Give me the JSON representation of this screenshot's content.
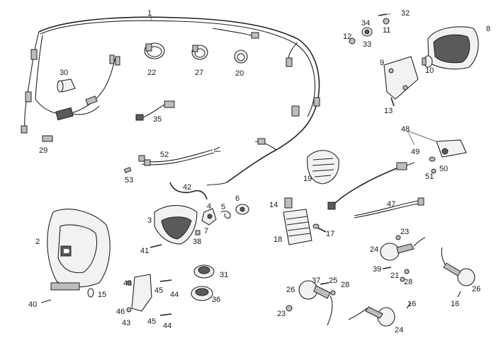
{
  "diagram": {
    "labels": [
      {
        "id": "1",
        "text": "1"
      },
      {
        "id": "2",
        "text": "2"
      },
      {
        "id": "3",
        "text": "3"
      },
      {
        "id": "4",
        "text": "4"
      },
      {
        "id": "5",
        "text": "5"
      },
      {
        "id": "6",
        "text": "6"
      },
      {
        "id": "7",
        "text": "7"
      },
      {
        "id": "8",
        "text": "8"
      },
      {
        "id": "9",
        "text": "9"
      },
      {
        "id": "10",
        "text": "10"
      },
      {
        "id": "11",
        "text": "11"
      },
      {
        "id": "12",
        "text": "12"
      },
      {
        "id": "13",
        "text": "13"
      },
      {
        "id": "14",
        "text": "14"
      },
      {
        "id": "15",
        "text": "15"
      },
      {
        "id": "16a",
        "text": "16"
      },
      {
        "id": "16b",
        "text": "16"
      },
      {
        "id": "17",
        "text": "17"
      },
      {
        "id": "18",
        "text": "18"
      },
      {
        "id": "19",
        "text": "19"
      },
      {
        "id": "20",
        "text": "20"
      },
      {
        "id": "21",
        "text": "21"
      },
      {
        "id": "22",
        "text": "22"
      },
      {
        "id": "23a",
        "text": "23"
      },
      {
        "id": "23b",
        "text": "23"
      },
      {
        "id": "24a",
        "text": "24"
      },
      {
        "id": "24b",
        "text": "24"
      },
      {
        "id": "25",
        "text": "25"
      },
      {
        "id": "26a",
        "text": "26"
      },
      {
        "id": "26b",
        "text": "26"
      },
      {
        "id": "27",
        "text": "27"
      },
      {
        "id": "28a",
        "text": "28"
      },
      {
        "id": "28b",
        "text": "28"
      },
      {
        "id": "29",
        "text": "29"
      },
      {
        "id": "30",
        "text": "30"
      },
      {
        "id": "31",
        "text": "31"
      },
      {
        "id": "32",
        "text": "32"
      },
      {
        "id": "33",
        "text": "33"
      },
      {
        "id": "34",
        "text": "34"
      },
      {
        "id": "35",
        "text": "35"
      },
      {
        "id": "36",
        "text": "36"
      },
      {
        "id": "37",
        "text": "37"
      },
      {
        "id": "38",
        "text": "38"
      },
      {
        "id": "39",
        "text": "39"
      },
      {
        "id": "40",
        "text": "40"
      },
      {
        "id": "41",
        "text": "41"
      },
      {
        "id": "42",
        "text": "42"
      },
      {
        "id": "43",
        "text": "43"
      },
      {
        "id": "44a",
        "text": "44"
      },
      {
        "id": "44b",
        "text": "44"
      },
      {
        "id": "45a",
        "text": "45"
      },
      {
        "id": "45b",
        "text": "45"
      },
      {
        "id": "46a",
        "text": "46"
      },
      {
        "id": "46b",
        "text": "46"
      },
      {
        "id": "47",
        "text": "47"
      },
      {
        "id": "48",
        "text": "48"
      },
      {
        "id": "49",
        "text": "49"
      },
      {
        "id": "50",
        "text": "50"
      },
      {
        "id": "51",
        "text": "51"
      },
      {
        "id": "52",
        "text": "52"
      },
      {
        "id": "53",
        "text": "53"
      }
    ]
  }
}
